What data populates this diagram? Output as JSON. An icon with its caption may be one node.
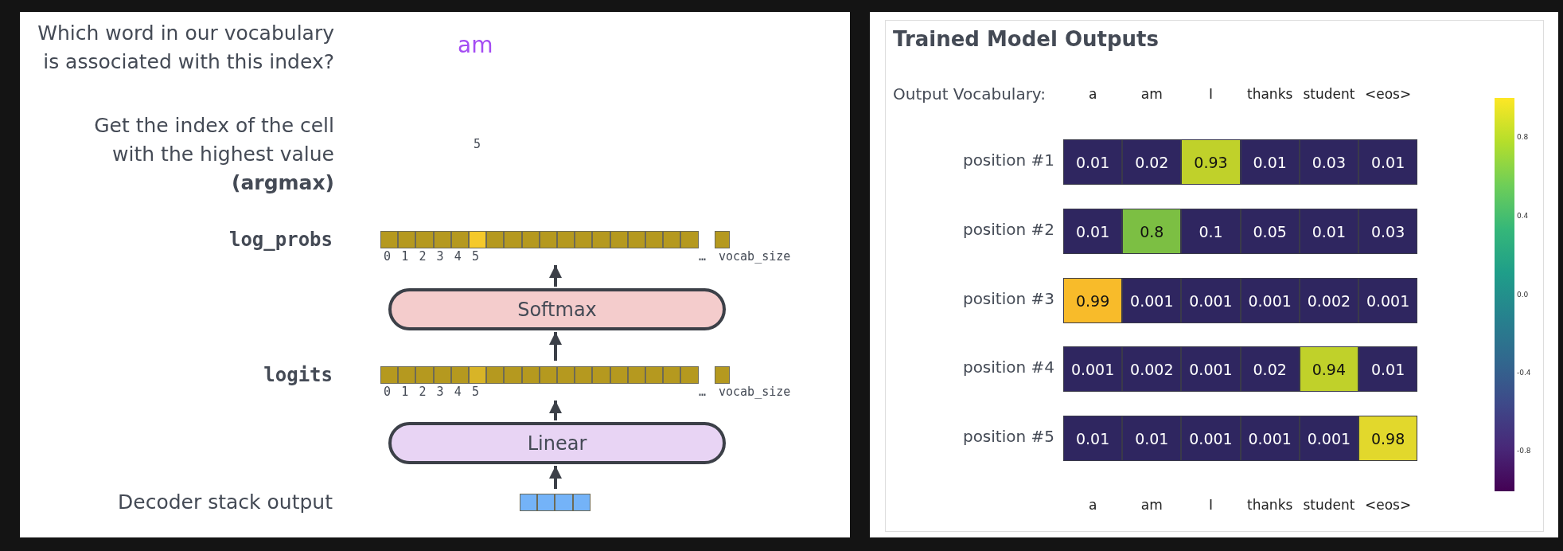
{
  "diagram": {
    "nodes": [
      {
        "text": [
          "log_probs"
        ],
        "beside": [
          "0",
          "1",
          "2",
          "3",
          "4",
          "5",
          "…",
          "vocab_size"
        ]
      },
      {
        "text": [
          "Softmax"
        ]
      },
      {
        "text": [
          "logits"
        ],
        "beside": [
          "0",
          "1",
          "2",
          "3",
          "4",
          "5",
          "…",
          "vocab_size"
        ]
      },
      {
        "text": [
          "Linear"
        ]
      },
      {
        "text": [
          "Decoder stack output"
        ]
      }
    ],
    "edges": [
      {
        "from": 4,
        "to": 3,
        "arrow": "to"
      },
      {
        "from": 3,
        "to": 2,
        "arrow": "to"
      },
      {
        "from": 2,
        "to": 1,
        "arrow": "to"
      },
      {
        "from": 1,
        "to": 0,
        "arrow": "to"
      }
    ],
    "labels": [
      "Which word in our vocabulary is associated with this index?",
      "am",
      "Get the index of the cell with the highest value **(argmax)**",
      "5",
      "Trained Model Outputs",
      "Output Vocabulary:",
      "a",
      "am",
      "I",
      "thanks",
      "student",
      "<eos>",
      "position #1",
      "0.01",
      "0.02",
      "0.93",
      "0.01",
      "0.03",
      "0.01",
      "position #2",
      "0.01",
      "0.8",
      "0.1",
      "0.05",
      "0.01",
      "0.03",
      "position #3",
      "0.99",
      "0.001",
      "0.001",
      "0.001",
      "0.002",
      "0.001",
      "position #4",
      "0.001",
      "0.002",
      "0.001",
      "0.02",
      "0.94",
      "0.01",
      "position #5",
      "0.01",
      "0.01",
      "0.001",
      "0.001",
      "0.001",
      "0.98",
      "a",
      "am",
      "I",
      "thanks",
      "student",
      "<eos>",
      "0.8",
      "0.4",
      "0.0",
      "-0.4",
      "-0.8"
    ]
  }
}
